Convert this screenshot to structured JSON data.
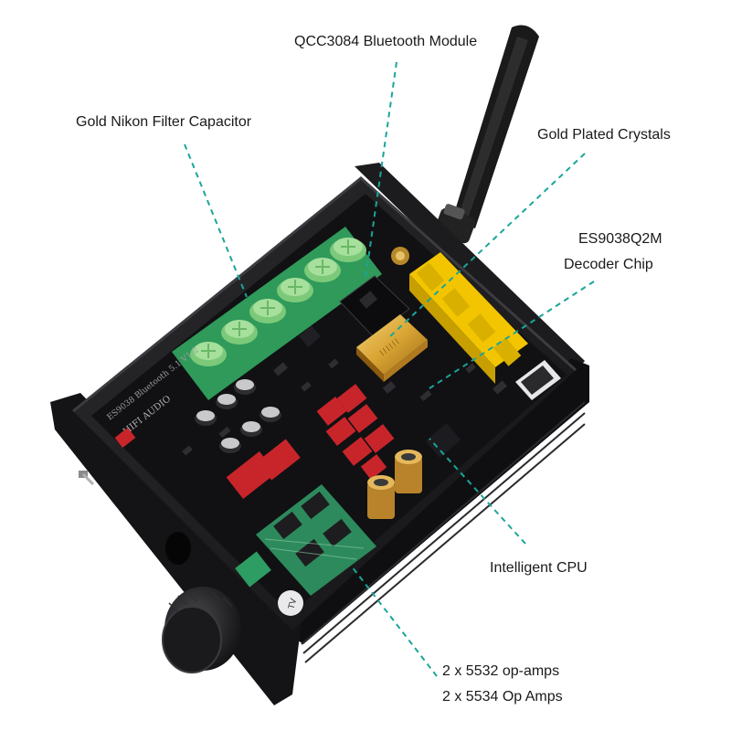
{
  "labels": {
    "bluetooth_module": "QCC3084 Bluetooth Module",
    "filter_capacitor": "Gold Nikon Filter Capacitor",
    "crystals": "Gold Plated Crystals",
    "decoder_line1": "ES9038Q2M",
    "decoder_line2": "Decoder Chip",
    "cpu": "Intelligent CPU",
    "opamps_line1": "2 x 5532 op-amps",
    "opamps_line2": "2 x 5534 Op Amps"
  },
  "board_text": {
    "model": "ES9038 Bluetooth 5.1 V1.2",
    "brand": "HIFI AUDIO",
    "knob_marking": "TV"
  },
  "colors": {
    "background": "#ffffff",
    "callout_line": "#1aa59a",
    "enclosure": "#1b1b1d",
    "pcb": "#121214",
    "capacitor_board": "#2f9a5a",
    "capacitor_cap": "#8fd38a",
    "terminal_block": "#f2c500",
    "crystal_gold": "#d9a433",
    "film_cap_red": "#c8252b",
    "opamp_board": "#2d8a5c"
  }
}
